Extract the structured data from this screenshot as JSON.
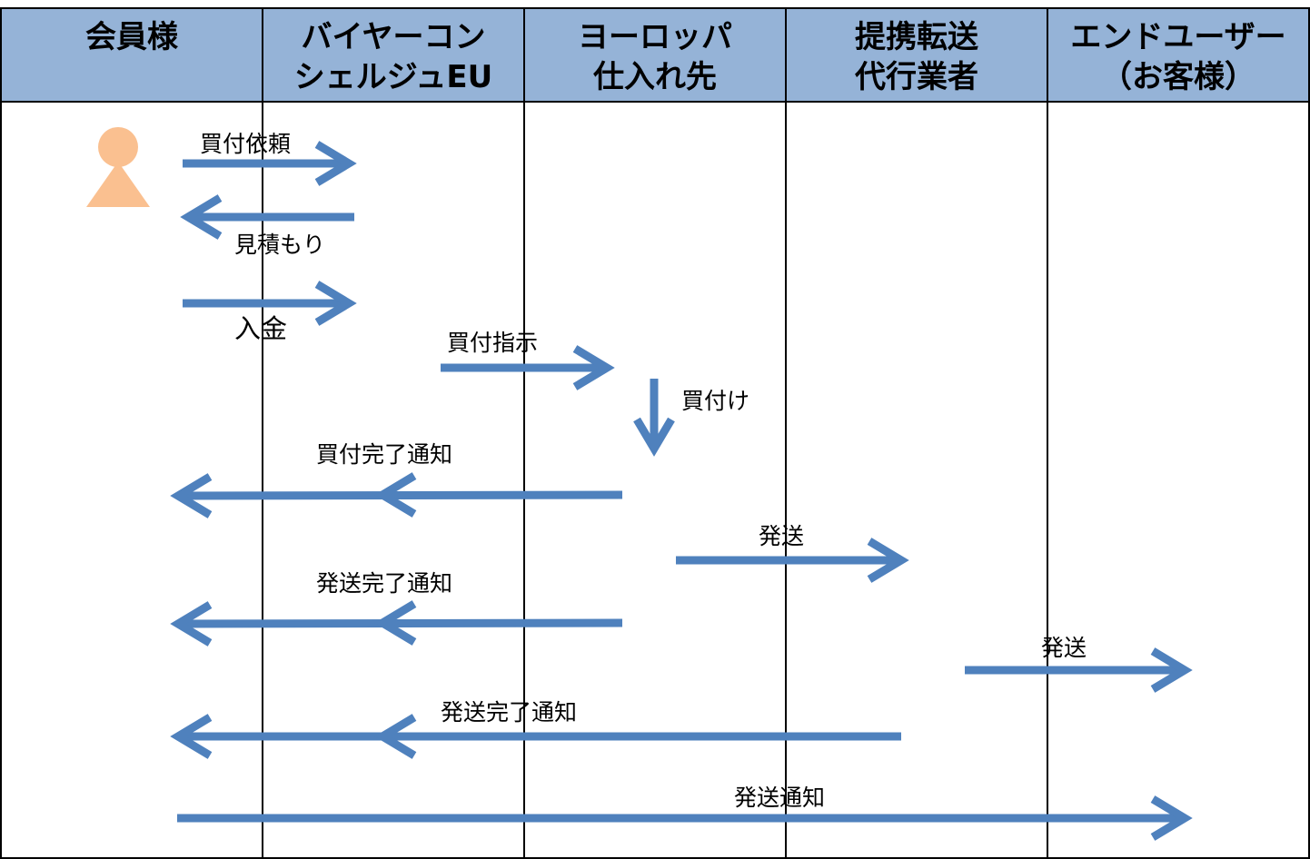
{
  "colors": {
    "header_fill": "#95b3d7",
    "arrow": "#4f81bd",
    "person": "#fac090",
    "line": "#000000"
  },
  "lanes": [
    {
      "title_lines": [
        "会員様"
      ]
    },
    {
      "title_lines": [
        "バイヤーコン",
        "シェルジュEU"
      ]
    },
    {
      "title_lines": [
        "ヨーロッパ",
        "仕入れ先"
      ]
    },
    {
      "title_lines": [
        "提携転送",
        "代行業者"
      ]
    },
    {
      "title_lines": [
        "エンドユーザー",
        "（お客様）"
      ]
    }
  ],
  "actor_icon": "person-icon",
  "messages": [
    {
      "label": "買付依頼",
      "direction": "right"
    },
    {
      "label": "見積もり",
      "direction": "left"
    },
    {
      "label": "入金",
      "direction": "right"
    },
    {
      "label": "買付指示",
      "direction": "right"
    },
    {
      "label": "買付け",
      "direction": "down"
    },
    {
      "label": "買付完了通知",
      "direction": "left"
    },
    {
      "label": "発送",
      "direction": "right"
    },
    {
      "label": "発送完了通知",
      "direction": "left"
    },
    {
      "label": "発送",
      "direction": "right"
    },
    {
      "label": "発送完了通知",
      "direction": "left"
    },
    {
      "label": "発送通知",
      "direction": "right"
    }
  ]
}
